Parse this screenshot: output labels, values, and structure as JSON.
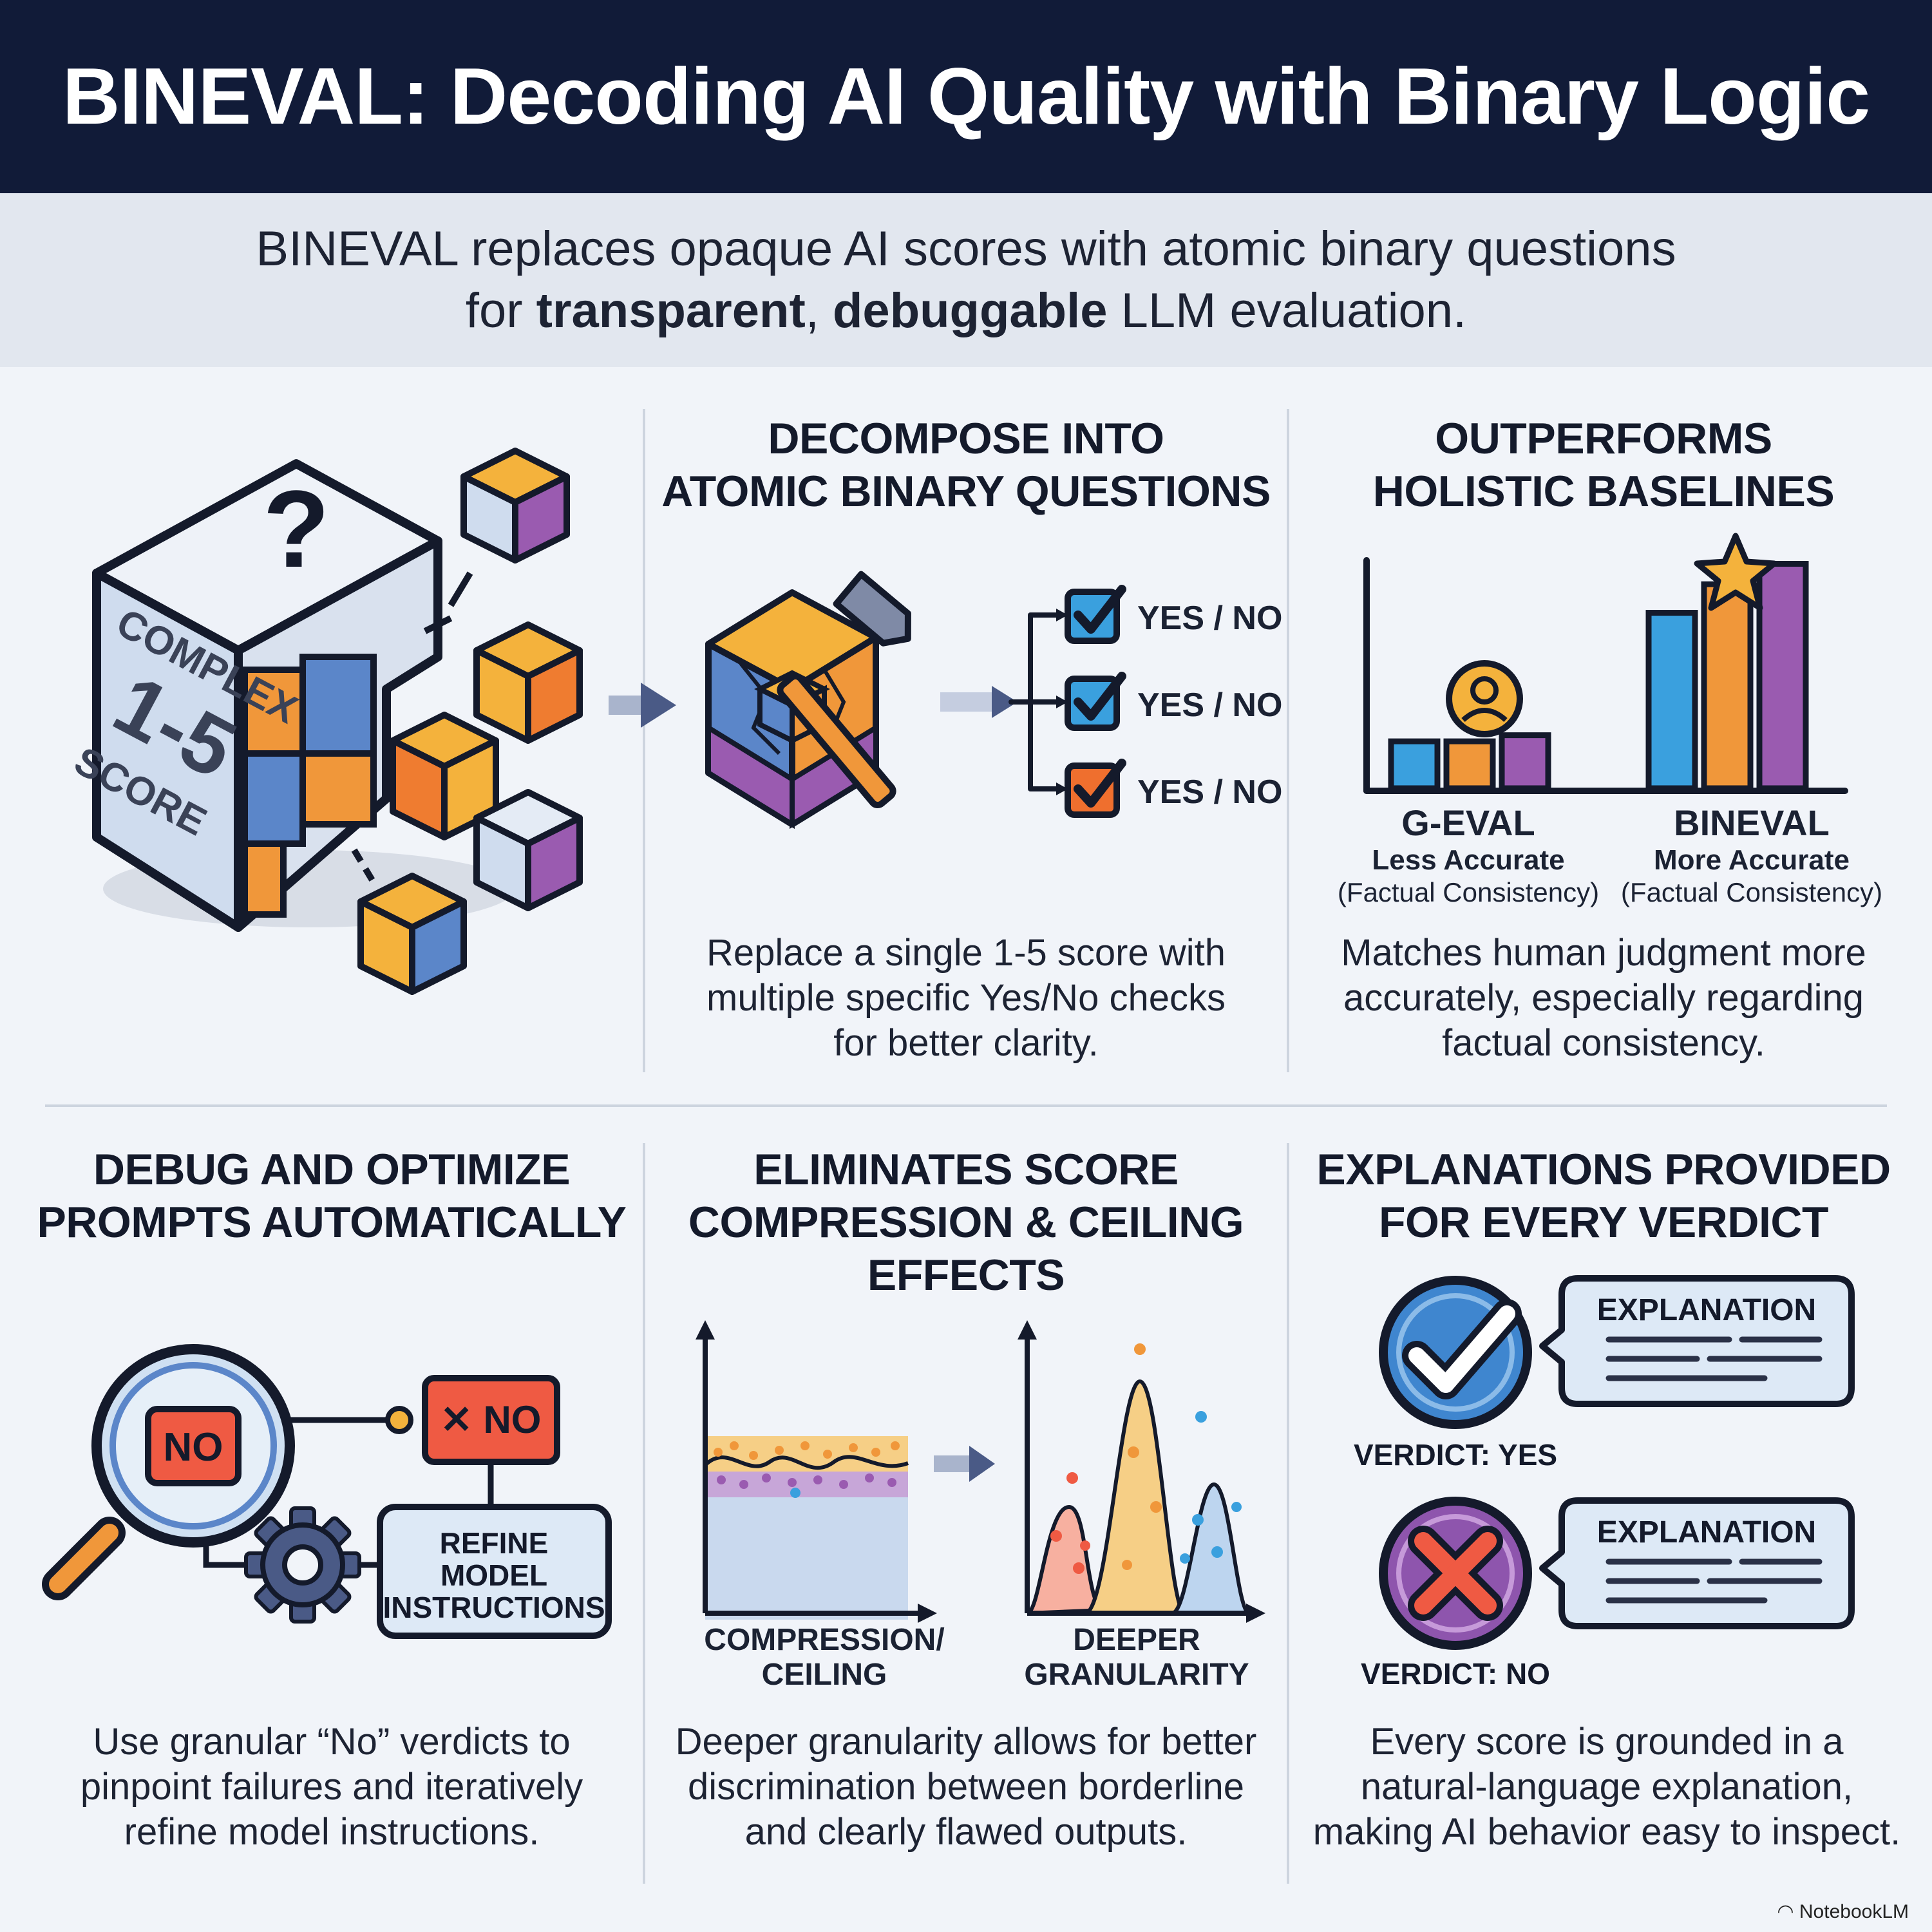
{
  "header": {
    "title": "BINEVAL: Decoding AI Quality with Binary Logic"
  },
  "subtitle": {
    "line1": "BINEVAL replaces opaque AI scores with atomic binary questions",
    "line2_pre": "for ",
    "line2_bold1": "transparent",
    "line2_mid": ", ",
    "line2_bold2": "debuggable",
    "line2_post": " LLM evaluation."
  },
  "panel1": {
    "cube_mark": "?",
    "cube_line1": "COMPLEX",
    "cube_line2": "1-5",
    "cube_line3": "SCORE"
  },
  "panel2": {
    "title_line1": "DECOMPOSE INTO",
    "title_line2": "ATOMIC BINARY QUESTIONS",
    "checks": [
      {
        "label": "YES / NO",
        "color": "#3aa0de"
      },
      {
        "label": "YES / NO",
        "color": "#3aa0de"
      },
      {
        "label": "YES / NO",
        "color": "#ef6f2e"
      }
    ],
    "caption_line1": "Replace a single 1-5 score with",
    "caption_line2": "multiple specific Yes/No checks",
    "caption_line3": "for better clarity."
  },
  "panel3": {
    "title_line1": "OUTPERFORMS",
    "title_line2": "HOLISTIC BASELINES",
    "groups": [
      {
        "name": "G-EVAL",
        "accuracy": "Less Accurate",
        "metric": "(Factual Consistency)",
        "values": [
          0.23,
          0.23,
          0.26
        ]
      },
      {
        "name": "BINEVAL",
        "accuracy": "More Accurate",
        "metric": "(Factual Consistency)",
        "values": [
          0.86,
          1.0,
          1.1
        ]
      }
    ],
    "caption_line1": "Matches human judgment more",
    "caption_line2": "accurately, especially regarding",
    "caption_line3": "factual consistency."
  },
  "panel4": {
    "title_line1": "DEBUG AND OPTIMIZE",
    "title_line2": "PROMPTS AUTOMATICALLY",
    "magnifier_label": "NO",
    "no_badge": "✕ NO",
    "refine_line1": "REFINE",
    "refine_line2": "MODEL",
    "refine_line3": "INSTRUCTIONS",
    "caption_line1": "Use granular “No” verdicts to",
    "caption_line2": "pinpoint failures and iteratively",
    "caption_line3": "refine model instructions."
  },
  "panel5": {
    "title_line1": "ELIMINATES SCORE",
    "title_line2": "COMPRESSION & CEILING",
    "title_line3": "EFFECTS",
    "left_label_line1": "COMPRESSION/",
    "left_label_line2": "CEILING",
    "right_label_line1": "DEEPER",
    "right_label_line2": "GRANULARITY",
    "caption_line1": "Deeper granularity allows for better",
    "caption_line2": "discrimination between borderline",
    "caption_line3": "and clearly flawed outputs."
  },
  "panel6": {
    "title_line1": "EXPLANATIONS PROVIDED",
    "title_line2": "FOR EVERY VERDICT",
    "verdict_yes": "VERDICT: YES",
    "verdict_no": "VERDICT: NO",
    "explanation_label": "EXPLANATION",
    "caption_line1": "Every score is grounded in a",
    "caption_line2": "natural-language explanation,",
    "caption_line3": "making AI behavior easy to inspect."
  },
  "colors": {
    "navy": "#111b38",
    "blue": "#3aa0de",
    "orange": "#f0973a",
    "purple": "#9a5bb0",
    "red": "#ef5a43"
  },
  "watermark": "NotebookLM"
}
